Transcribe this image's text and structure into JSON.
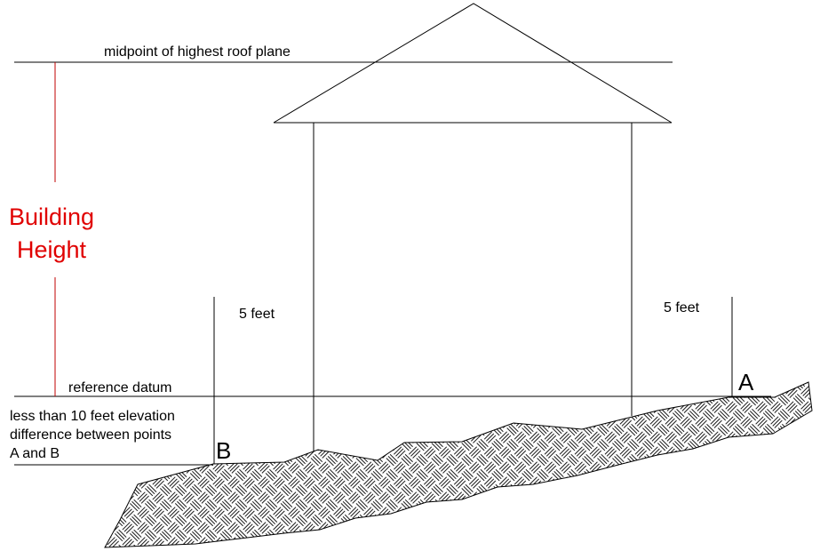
{
  "labels": {
    "roof_midpoint": "midpoint of highest roof plane",
    "building_height_line1": "Building",
    "building_height_line2": "Height",
    "five_feet_left": "5 feet",
    "five_feet_right": "5 feet",
    "reference_datum": "reference datum",
    "elevation_note_line1": "less than 10 feet elevation",
    "elevation_note_line2": "difference between points",
    "elevation_note_line3": "A and B",
    "point_a": "A",
    "point_b": "B"
  },
  "colors": {
    "line": "#000000",
    "height_indicator": "#c00000",
    "height_text": "#e00000",
    "background": "#ffffff"
  },
  "ground_pattern": "basket-weave hatch"
}
